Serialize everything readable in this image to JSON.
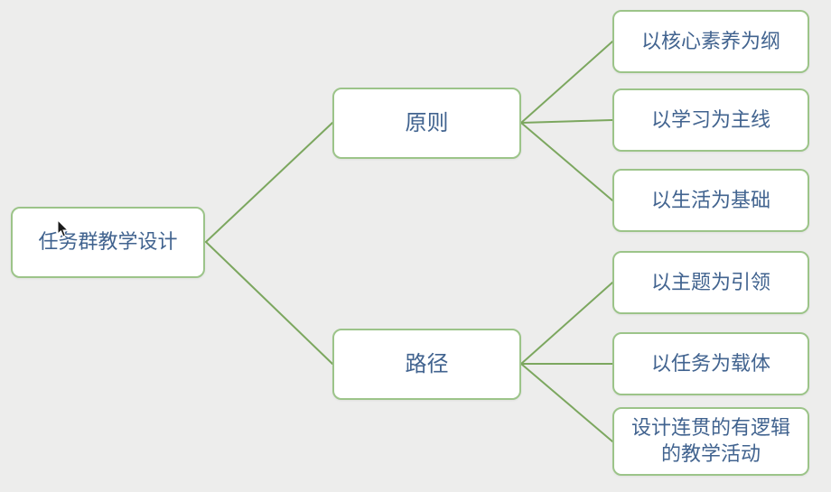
{
  "mindmap": {
    "root": {
      "label": "任务群教学设计"
    },
    "branches": [
      {
        "label": "原则",
        "children": [
          {
            "label": "以核心素养为纲"
          },
          {
            "label": "以学习为主线"
          },
          {
            "label": "以生活为基础"
          }
        ]
      },
      {
        "label": "路径",
        "children": [
          {
            "label": "以主题为引领"
          },
          {
            "label": "以任务为载体"
          },
          {
            "label": "设计连贯的有逻辑\n的教学活动"
          }
        ]
      }
    ],
    "colors": {
      "background": "#ededec",
      "node_fill": "#ffffff",
      "node_border": "#9cc489",
      "text": "#41638f",
      "connector": "#7ca75f"
    }
  }
}
